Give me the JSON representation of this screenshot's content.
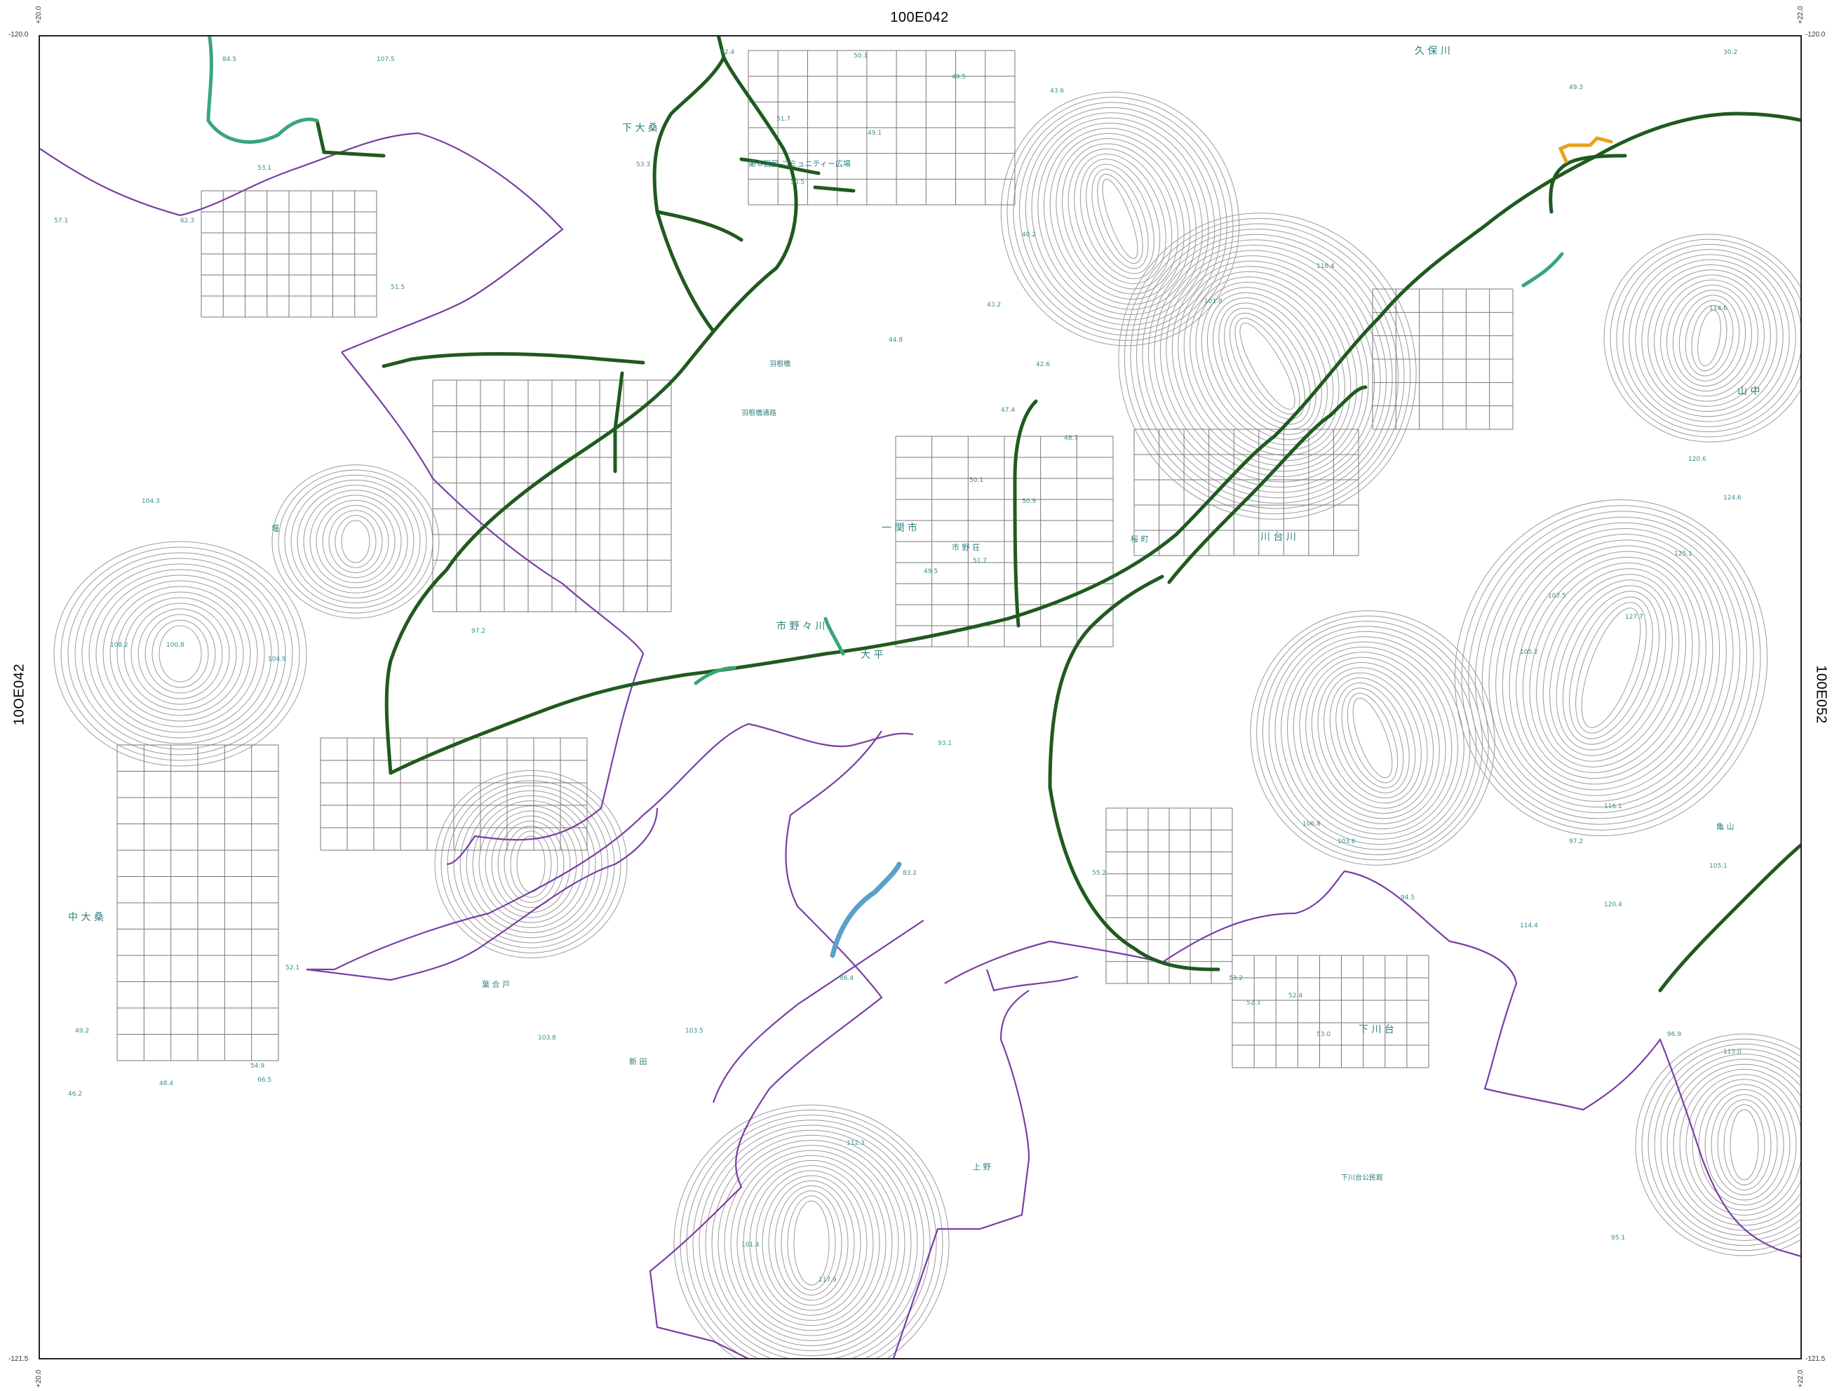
{
  "sheet": {
    "top_label": "100E042",
    "left_label": "10OE042",
    "right_label": "100E052",
    "corner_top_left_y": "-120.0",
    "corner_top_left_x": "+20.0",
    "corner_top_right_y": "-120.0",
    "corner_top_right_x": "+22.0",
    "corner_bottom_left_y": "-121.5",
    "corner_bottom_left_x": "+20.0",
    "corner_bottom_right_y": "-121.5",
    "corner_bottom_right_x": "+22.0"
  },
  "places": {
    "ichinoseki": "一 関 市",
    "shimoote": "下 大 桑",
    "community": "第６区民 コミュニティー広場",
    "kuho_river": "久 保 川",
    "kawadai_river": "川 台 川",
    "ichinoseki_sawa": "市 野 々 川",
    "sakuramachi": "桜 町",
    "kanzou": "大 平",
    "shimokawadai": "下 川 台",
    "nakaotsukuwa": "中 大 桑",
    "sanchu": "山 中",
    "ichinono": "市 野 荘",
    "urajimaki": "堰",
    "kamiyama": "亀 山",
    "shimogo": "葉 合 戸",
    "kousei": "新 田",
    "shrine": "下川台公民館",
    "bridge1": "羽根橋",
    "bridge2": "羽根橋通路",
    "tokiwa": "上 野"
  },
  "elevations": {
    "e1": "84.5",
    "e2": "107.5",
    "e3": "52.4",
    "e4": "50.1",
    "e5": "49.5",
    "e6": "43.6",
    "e7": "49.3",
    "e8": "30.2",
    "e9": "57.1",
    "e10": "62.3",
    "e11": "53.1",
    "e12": "51.5",
    "e13": "53.3",
    "e14": "50.5",
    "e15": "51.7",
    "e16": "49.1",
    "e17": "40.2",
    "e18": "43.2",
    "e19": "44.8",
    "e20": "42.6",
    "e21": "47.4",
    "e22": "48.7",
    "e23": "50.1",
    "e24": "50.9",
    "e25": "51.7",
    "e26": "49.5",
    "e27": "104.3",
    "e28": "108.2",
    "e29": "100.8",
    "e30": "104.9",
    "e31": "97.2",
    "e32": "116.4",
    "e33": "101.8",
    "e34": "114.6",
    "e35": "120.6",
    "e36": "124.6",
    "e37": "125.1",
    "e38": "127.7",
    "e39": "107.5",
    "e40": "105.2",
    "e41": "97.2",
    "e42": "114.4",
    "e43": "106.8",
    "e44": "103.6",
    "e45": "94.5",
    "e46": "116.1",
    "e47": "120.4",
    "e48": "105.1",
    "e49": "112.3",
    "e50": "101.4",
    "e51": "117.9",
    "e52": "103.5",
    "e53": "103.8",
    "e54": "86.4",
    "e55": "83.2",
    "e56": "93.1",
    "e57": "66.5",
    "e58": "54.9",
    "e59": "52.1",
    "e60": "49.2",
    "e61": "48.4",
    "e62": "46.2",
    "e63": "53.2",
    "e64": "55.2",
    "e65": "52.3",
    "e66": "52.4",
    "e67": "53.0",
    "e68": "96.9",
    "e69": "113.0",
    "e70": "95.1"
  },
  "colors": {
    "road_main": "#1f5a1f",
    "road_secondary": "#3aa57a",
    "boundary": "#7a3ea3",
    "highlight_blue": "#5aa0c8",
    "highlight_orange": "#e8a21c",
    "contour": "#8a8a8a",
    "parcel": "#6a6a6a",
    "label": "#2f7f7f"
  }
}
